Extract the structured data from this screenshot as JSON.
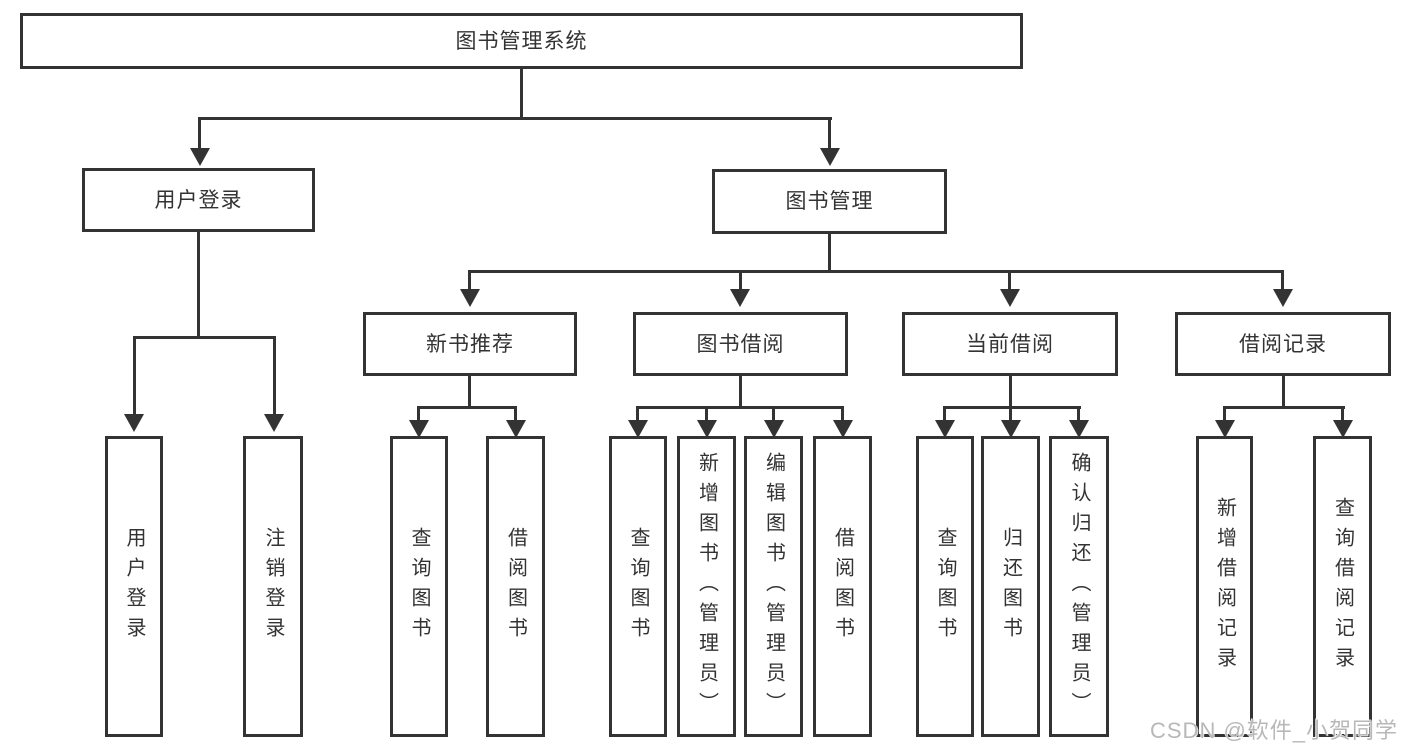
{
  "diagram_title": "图书管理系统",
  "nodes": {
    "root": "图书管理系统",
    "level2": {
      "user_login": "用户登录",
      "book_management": "图书管理"
    },
    "level3": {
      "new_book_recommend": "新书推荐",
      "book_borrow": "图书借阅",
      "current_borrow": "当前借阅",
      "borrow_record": "借阅记录"
    },
    "level4": {
      "user_login_leaf": "用户登录",
      "logout": "注销登录",
      "query_book_1": "查询图书",
      "borrow_book_1": "借阅图书",
      "query_book_2": "查询图书",
      "add_book_admin": "新增图书（管理员）",
      "edit_book_admin": "编辑图书（管理员）",
      "borrow_book_2": "借阅图书",
      "query_book_3": "查询图书",
      "return_book": "归还图书",
      "confirm_return_admin": "确认归还（管理员）",
      "add_borrow_record": "新增借阅记录",
      "query_borrow_record": "查询借阅记录"
    }
  },
  "watermark": "CSDN @软件_小贺同学",
  "colors": {
    "line": "#333333",
    "text": "#333333",
    "watermark": "#b8b8b8",
    "background": "#ffffff"
  }
}
